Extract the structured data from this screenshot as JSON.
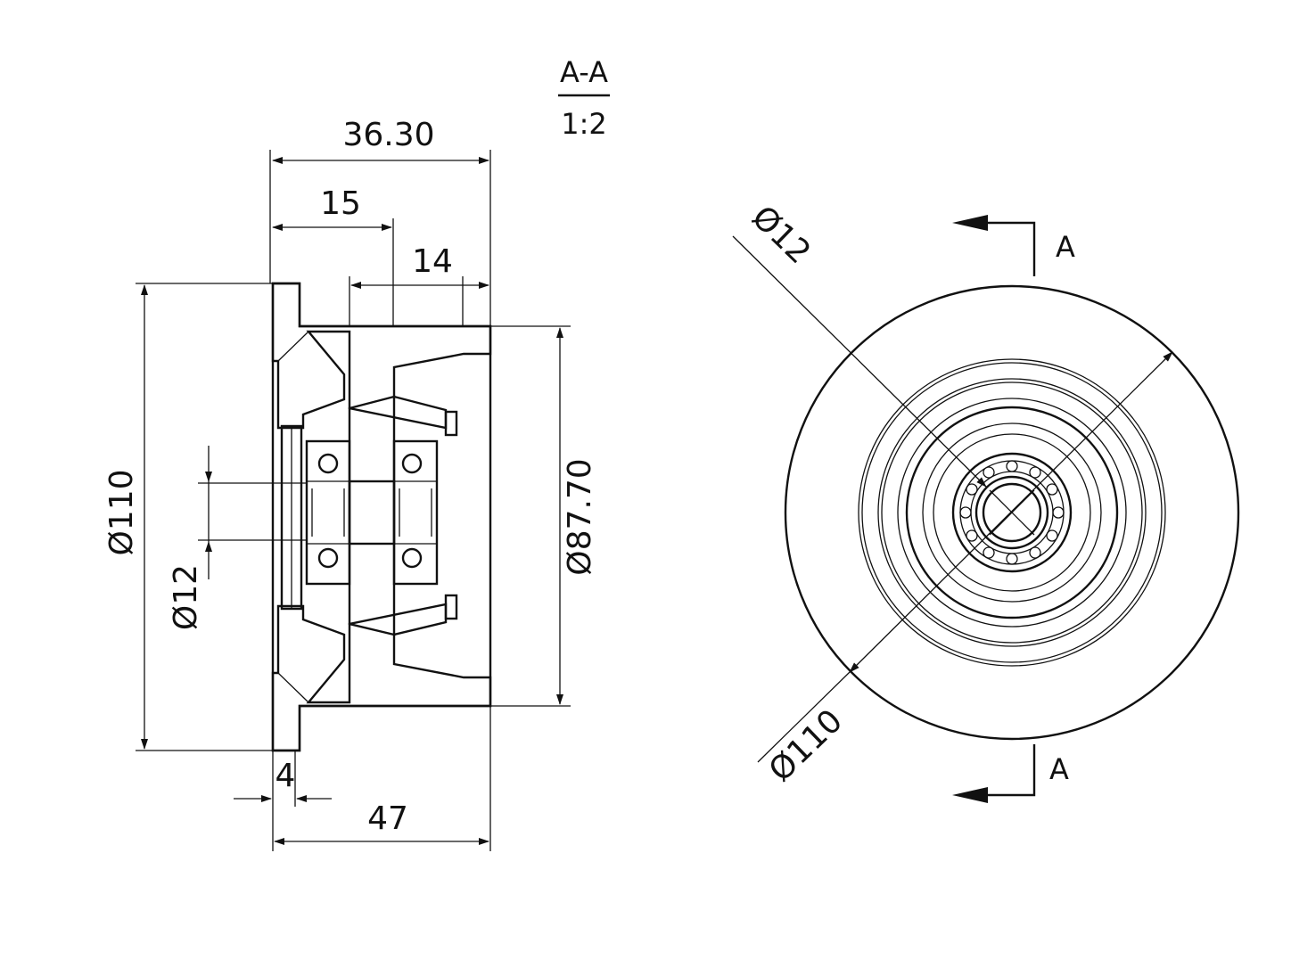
{
  "section_label": {
    "title": "A-A",
    "scale": "1:2"
  },
  "section_view": {
    "dimensions": {
      "overall_length_top": "36.30",
      "hub_length": "15",
      "groove_length": "14",
      "outer_diameter": "Ø110",
      "groove_diameter": "Ø87.70",
      "bore_diameter": "Ø12",
      "flange_thickness": "4",
      "overall_length_bottom": "47"
    }
  },
  "front_view": {
    "dimensions": {
      "bore_diameter": "Ø12",
      "outer_diameter": "Ø110"
    },
    "section_marker_top": "A",
    "section_marker_bottom": "A"
  },
  "colors": {
    "line": "#111111",
    "background": "#ffffff"
  }
}
